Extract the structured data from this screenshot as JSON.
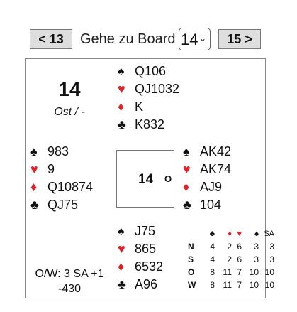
{
  "nav": {
    "prev_label": "< 13",
    "goto_label": "Gehe zu Board",
    "selected_board": "14",
    "next_label": "15 >"
  },
  "board": {
    "number": "14",
    "dealer_vul": "Ost / -"
  },
  "suits": {
    "spade": "♠",
    "heart": "♥",
    "diamond": "♦",
    "club": "♣"
  },
  "hands": {
    "north": {
      "spades": "Q106",
      "hearts": "QJ1032",
      "diamonds": "K",
      "clubs": "K832"
    },
    "west": {
      "spades": "983",
      "hearts": "9",
      "diamonds": "Q10874",
      "clubs": "QJ75"
    },
    "east": {
      "spades": "AK42",
      "hearts": "AK74",
      "diamonds": "AJ9",
      "clubs": "104"
    },
    "south": {
      "spades": "J75",
      "hearts": "865",
      "diamonds": "6532",
      "clubs": "A96"
    }
  },
  "compass": {
    "number": "14",
    "direction": "O"
  },
  "result": {
    "contract": "O/W: 3 SA +1",
    "score": "-430"
  },
  "tricks_table": {
    "headers": [
      "♣",
      "♦",
      "♥",
      "♠",
      "SA"
    ],
    "rows": [
      {
        "player": "N",
        "values": [
          "4",
          "2",
          "6",
          "3",
          "3"
        ]
      },
      {
        "player": "S",
        "values": [
          "4",
          "2",
          "6",
          "3",
          "3"
        ]
      },
      {
        "player": "O",
        "values": [
          "8",
          "11",
          "7",
          "10",
          "10"
        ]
      },
      {
        "player": "W",
        "values": [
          "8",
          "11",
          "7",
          "10",
          "10"
        ]
      }
    ]
  },
  "colors": {
    "red_suit": "#e31f2a",
    "black_suit": "#111111",
    "button_bg": "#dedede"
  }
}
